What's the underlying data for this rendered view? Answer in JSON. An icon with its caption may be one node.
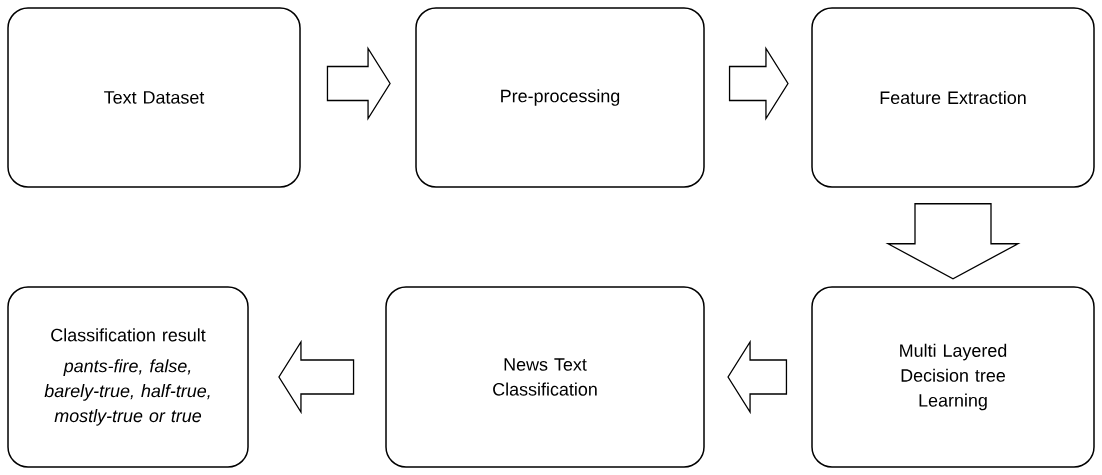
{
  "diagram": {
    "nodes": [
      {
        "text": [
          "Text Dataset"
        ]
      },
      {
        "text": [
          "Pre-processing"
        ]
      },
      {
        "text": [
          "Feature Extraction"
        ]
      },
      {
        "text": [
          "Classification result",
          "pants-fire, false, barely-true, half-true, mostly-true or true"
        ]
      },
      {
        "text": [
          "News Text Classification"
        ]
      },
      {
        "text": [
          "Multi Layered Decision tree Learning"
        ]
      }
    ],
    "edges": [
      {
        "from": 0,
        "to": 1,
        "arrow": "to"
      },
      {
        "from": 1,
        "to": 2,
        "arrow": "to"
      },
      {
        "from": 2,
        "to": 5,
        "arrow": "to"
      },
      {
        "from": 5,
        "to": 4,
        "arrow": "to"
      },
      {
        "from": 4,
        "to": 3,
        "arrow": "to"
      }
    ]
  }
}
